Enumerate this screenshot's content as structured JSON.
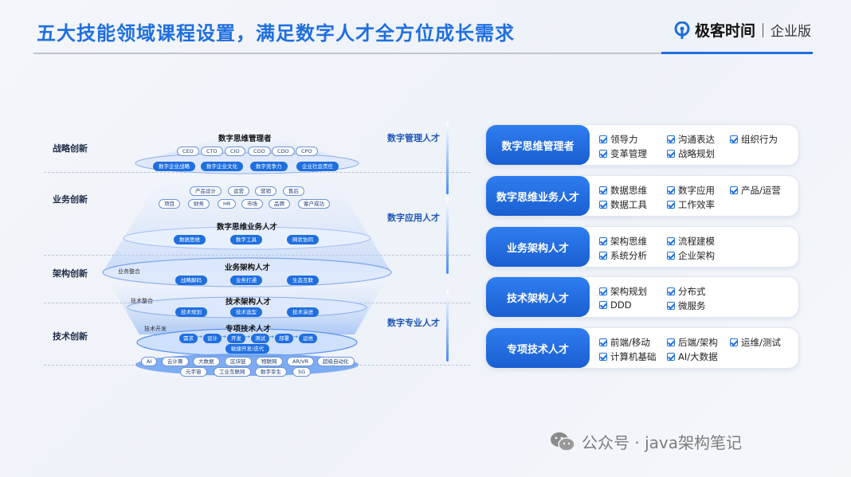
{
  "header": {
    "title": "五大技能领域课程设置，满足数字人才全方位成长需求",
    "brand_name": "极客时间",
    "brand_edition": "企业版",
    "accent_color": "#1f6fe0"
  },
  "diagram": {
    "side_labels": [
      "战略创新",
      "业务创新",
      "架构创新",
      "技术创新"
    ],
    "tier_labels": [
      "数字管理人才",
      "数字应用人才",
      "数字专业人才"
    ],
    "layers": {
      "manager": {
        "title": "数字思维管理者",
        "roles": [
          "CEO",
          "CTO",
          "CIO",
          "COO",
          "CDO",
          "CPO"
        ],
        "themes": [
          "数字企业战略",
          "数字企业文化",
          "数字竞争力",
          "企业社会责任"
        ]
      },
      "biz_domains": {
        "row1": [
          "产品设计",
          "运营",
          "营销",
          "售后"
        ],
        "row2": [
          "项目",
          "财务",
          "HR",
          "市场",
          "品牌",
          "客户成功"
        ]
      },
      "biz_talent": {
        "title": "数字思维业务人才",
        "chips": [
          "数据思维",
          "数字工具",
          "网状协同"
        ]
      },
      "biz_arch": {
        "title": "业务架构人才",
        "side": "业务整合",
        "chips": [
          "战略解码",
          "业务打通",
          "生态互联"
        ]
      },
      "tech_arch": {
        "title": "技术架构人才",
        "side": "技术整合",
        "chips": [
          "技术规划",
          "技术选型",
          "技术演进"
        ]
      },
      "tech_pro": {
        "title": "专项技术人才",
        "side": "技术开发",
        "flow": [
          "需求",
          "设计",
          "开发",
          "测试",
          "部署",
          "运维"
        ],
        "agile": "敏捷开发/迭代"
      },
      "tech_base": {
        "row1": [
          "AI",
          "云计算",
          "大数据",
          "区块链",
          "物联网",
          "AR/VR",
          "超级自动化"
        ],
        "row2": [
          "元宇宙",
          "工业互联网",
          "数字孪生",
          "5G"
        ]
      }
    }
  },
  "panel": {
    "rows": [
      {
        "head": "数字思维管理者",
        "items": [
          "领导力",
          "沟通表达",
          "组织行为",
          "变革管理",
          "战略规划"
        ]
      },
      {
        "head": "数字思维业务人才",
        "items": [
          "数据思维",
          "数字应用",
          "产品/运营",
          "数据工具",
          "工作效率"
        ]
      },
      {
        "head": "业务架构人才",
        "items": [
          "架构思维",
          "流程建模",
          "系统分析",
          "企业架构"
        ]
      },
      {
        "head": "技术架构人才",
        "items": [
          "架构规划",
          "分布式",
          "DDD",
          "微服务"
        ]
      },
      {
        "head": "专项技术人才",
        "items": [
          "前端/移动",
          "后端/架构",
          "运维/测试",
          "计算机基础",
          "AI/大数据"
        ]
      }
    ]
  },
  "watermark": {
    "text": "公众号 · java架构笔记",
    "icon": "wechat-icon"
  }
}
